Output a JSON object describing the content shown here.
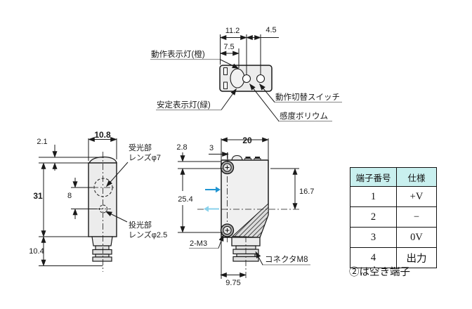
{
  "colors": {
    "line": "#1a1a1a",
    "body_fill": "#ececec",
    "table_header_bg": "#c9f0ef",
    "beam_out_blue": "#2095d2",
    "beam_return_blue": "#8ad2ec",
    "leader_gray": "#9a9a9a"
  },
  "top_view": {
    "dim_11_2": "11.2",
    "dim_4_5": "4.5",
    "dim_7_5": "7.5",
    "label_operation_indicator": "動作表示灯(橙)",
    "label_stability_indicator": "安定表示灯(緑)",
    "label_mode_switch": "動作切替スイッチ",
    "label_sensitivity_pot": "感度ボリウム"
  },
  "side_view": {
    "dim_width": "10.8",
    "dim_top": "2.1",
    "dim_height": "31",
    "dim_lens_pitch": "8",
    "dim_connector": "10.4",
    "label_receiver_1": "受光部",
    "label_receiver_2": "レンズφ7",
    "label_emitter_1": "投光部",
    "label_emitter_2": "レンズφ2.5"
  },
  "front_view": {
    "dim_width": "20",
    "dim_top": "2.8",
    "dim_screw": "3",
    "dim_height": "25.4",
    "dim_axis": "16.7",
    "dim_conn_offset": "9.75",
    "label_screws": "2-M3",
    "label_connector": "コネクタM8"
  },
  "terminal_table": {
    "header_no": "端子番号",
    "header_spec": "仕様",
    "rows": [
      {
        "no": "1",
        "spec": "+V"
      },
      {
        "no": "2",
        "spec": "−"
      },
      {
        "no": "3",
        "spec": "0V"
      },
      {
        "no": "4",
        "spec": "出力"
      }
    ],
    "note": "②は空き端子"
  }
}
